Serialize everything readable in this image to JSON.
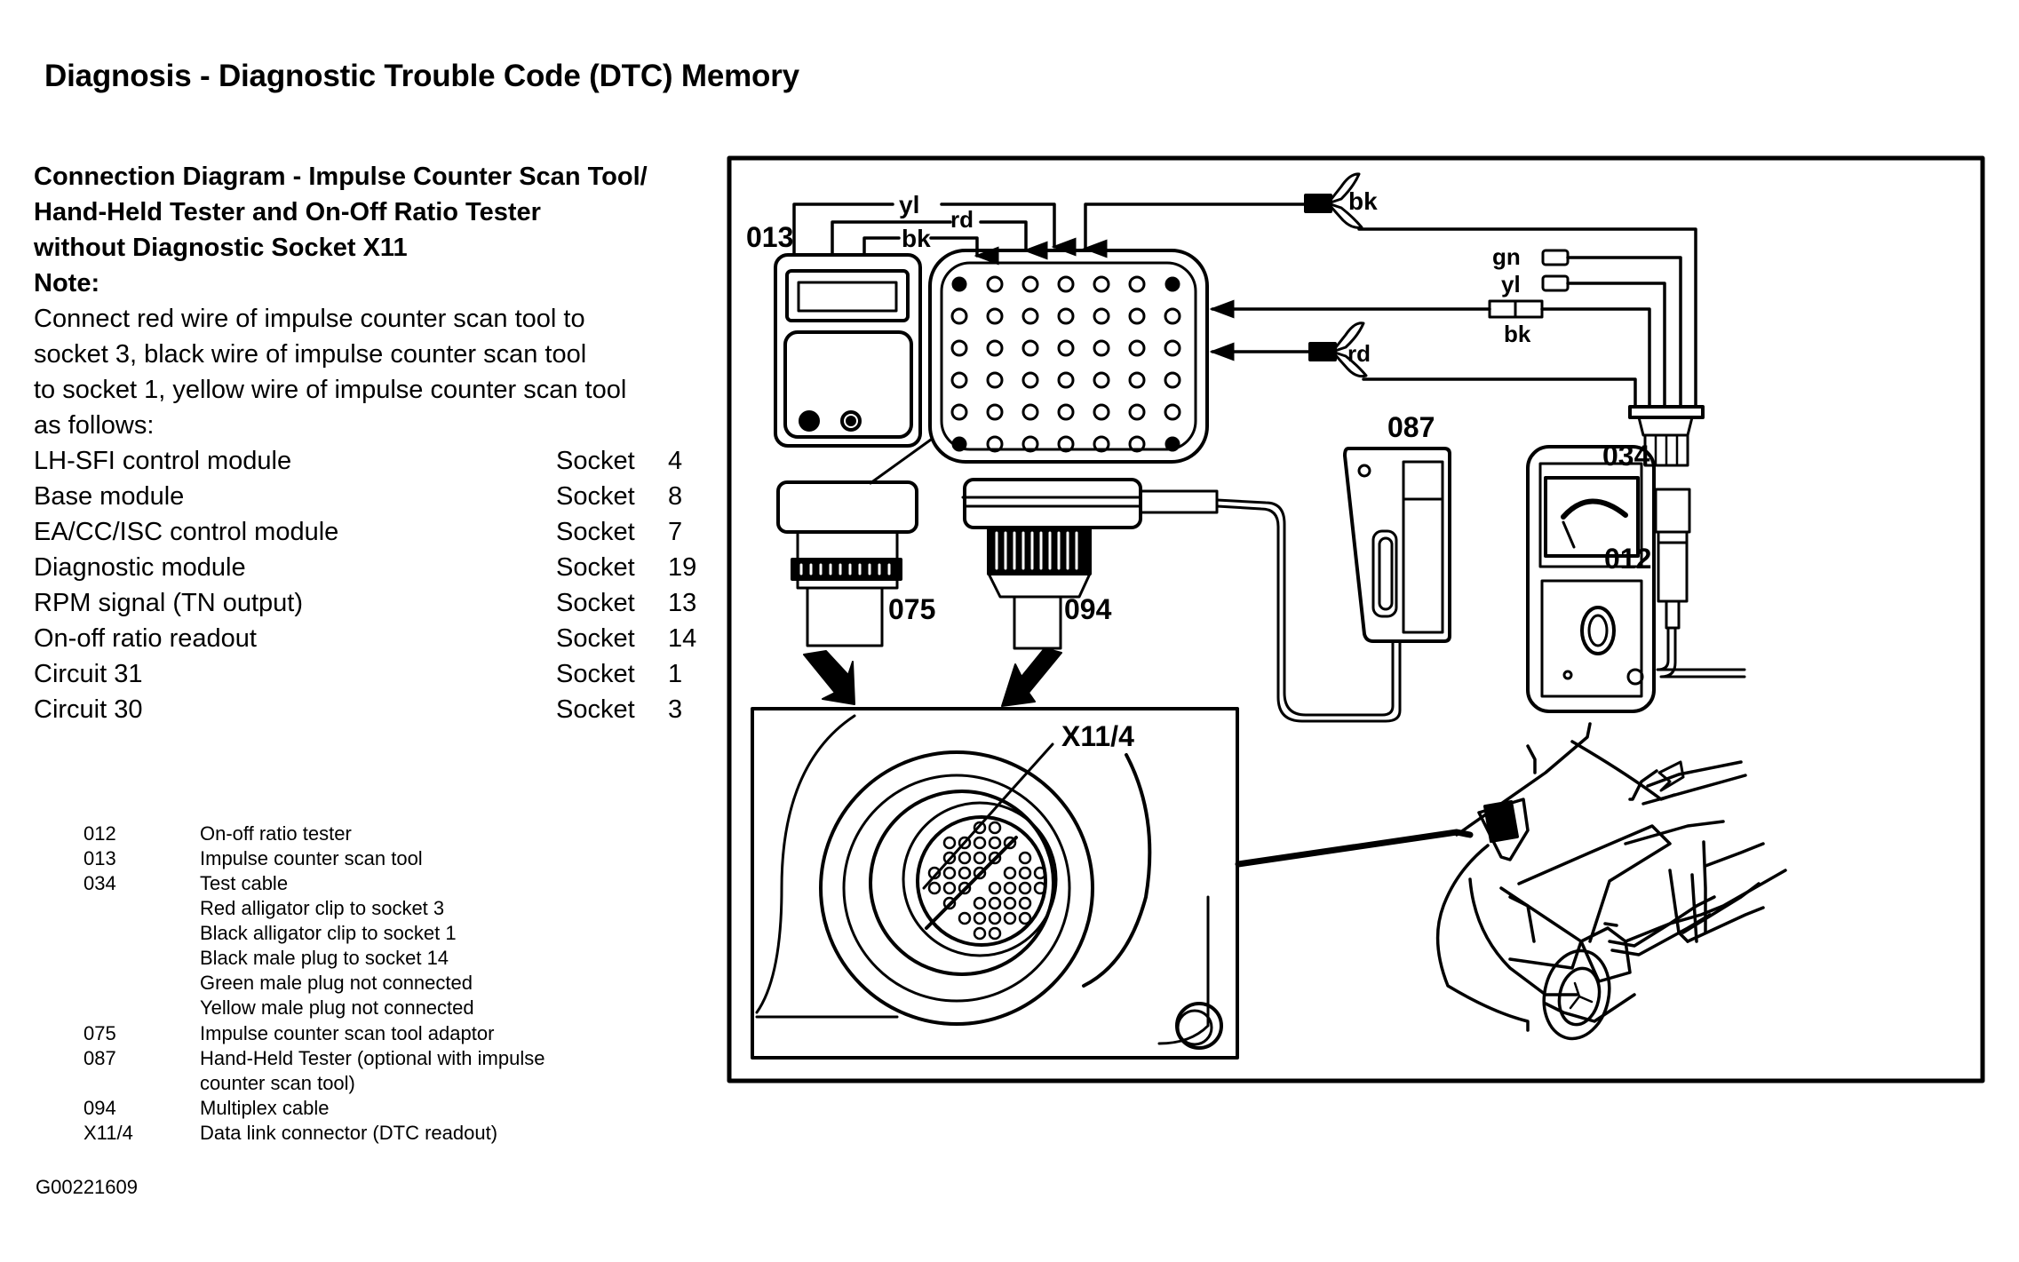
{
  "document": {
    "title": "Diagnosis - Diagnostic Trouble Code (DTC) Memory",
    "figure_id": "G00221609"
  },
  "connection": {
    "heading_lines": [
      "Connection Diagram - Impulse Counter Scan Tool/",
      "Hand-Held Tester and On-Off Ratio Tester",
      "without Diagnostic Socket X11"
    ],
    "note_label": "Note:",
    "note_lines": [
      "Connect red wire of impulse counter scan tool to",
      "socket 3, black wire of impulse counter scan tool",
      "to socket 1, yellow wire of impulse counter scan tool",
      "as follows:"
    ]
  },
  "socket_map": [
    {
      "label": "LH-SFI control module",
      "socket_word": "Socket",
      "socket": "4"
    },
    {
      "label": "Base module",
      "socket_word": "Socket",
      "socket": "8"
    },
    {
      "label": "EA/CC/ISC control module",
      "socket_word": "Socket",
      "socket": "7"
    },
    {
      "label": "Diagnostic module",
      "socket_word": "Socket",
      "socket": "19"
    },
    {
      "label": "RPM signal (TN output)",
      "socket_word": "Socket",
      "socket": "13"
    },
    {
      "label": "On-off ratio readout",
      "socket_word": "Socket",
      "socket": "14"
    },
    {
      "label": "Circuit 31",
      "socket_word": "Socket",
      "socket": "1"
    },
    {
      "label": "Circuit 30",
      "socket_word": "Socket",
      "socket": "3"
    }
  ],
  "legend": [
    {
      "code": "012",
      "desc": "On-off ratio tester"
    },
    {
      "code": "013",
      "desc": "Impulse counter scan tool"
    },
    {
      "code": "034",
      "desc": "Test cable"
    },
    {
      "code": "",
      "desc": "Red alligator clip to socket 3"
    },
    {
      "code": "",
      "desc": "Black alligator clip to socket 1"
    },
    {
      "code": "",
      "desc": "Black male plug to socket 14"
    },
    {
      "code": "",
      "desc": "Green male plug not connected"
    },
    {
      "code": "",
      "desc": "Yellow male plug not connected"
    },
    {
      "code": "075",
      "desc": "Impulse counter scan tool adaptor"
    },
    {
      "code": "087",
      "desc": "Hand-Held Tester (optional with impulse"
    },
    {
      "code": "",
      "desc": "counter scan tool)"
    },
    {
      "code": "094",
      "desc": "Multiplex cable"
    },
    {
      "code": "X11/4",
      "desc": "Data link connector (DTC readout)"
    }
  ],
  "diagram": {
    "component_labels": {
      "scan_tool": "013",
      "adaptor": "075",
      "multiplex_cable": "094",
      "hand_held_tester": "087",
      "ratio_tester": "012",
      "test_cable": "034",
      "data_link_connector": "X11/4"
    },
    "wire_labels": {
      "yellow_top": "yl",
      "red_top": "rd",
      "black_top": "bk",
      "black_clip": "bk",
      "green_plug": "gn",
      "yellow_plug": "yl",
      "black_plug": "bk",
      "red_clip": "rd"
    }
  }
}
